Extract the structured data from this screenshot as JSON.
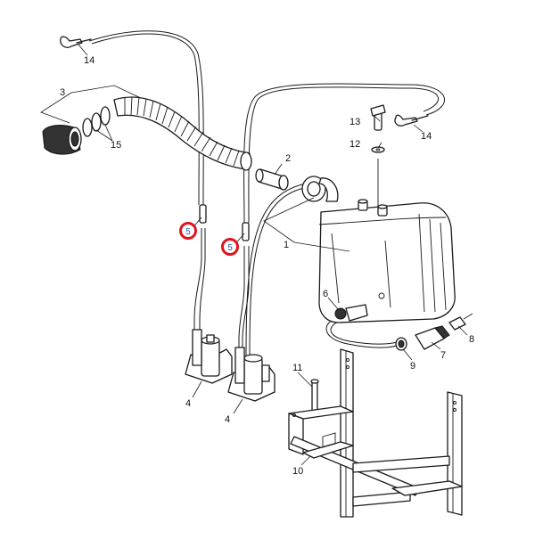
{
  "labels": {
    "l1": "1",
    "l2": "2",
    "l3": "3",
    "l4a": "4",
    "l4b": "4",
    "l5a": "5",
    "l5b": "5",
    "l6": "6",
    "l7": "7",
    "l8": "8",
    "l9": "9",
    "l10": "10",
    "l11": "11",
    "l12": "12",
    "l13": "13",
    "l14a": "14",
    "l14b": "14",
    "l15": "15"
  },
  "colors": {
    "line": "#1a1a1a",
    "highlight": "#e0141e",
    "highlight_text": "#2a5a9a"
  }
}
